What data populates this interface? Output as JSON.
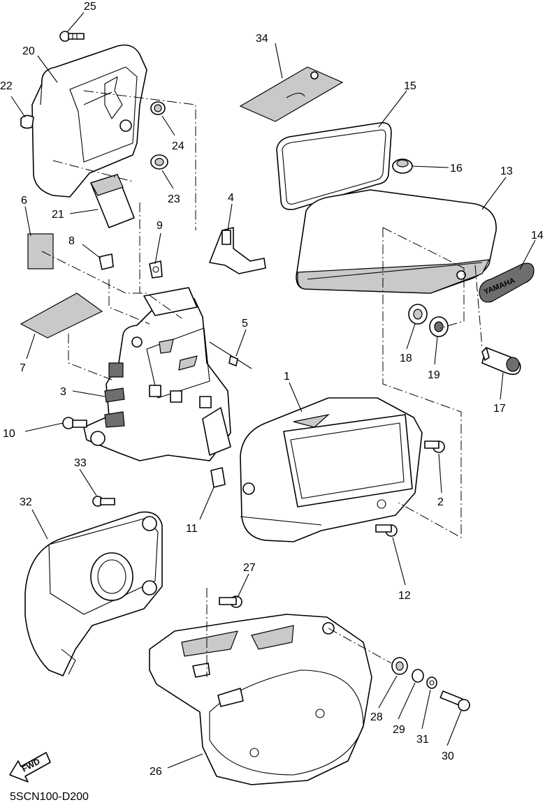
{
  "diagram": {
    "code": "5SCN100-D200",
    "forward_marker": "FWD",
    "emblem_text": "YAMAHA",
    "part_labels": [
      {
        "id": "1",
        "label": "1"
      },
      {
        "id": "2",
        "label": "2"
      },
      {
        "id": "3",
        "label": "3"
      },
      {
        "id": "4",
        "label": "4"
      },
      {
        "id": "5",
        "label": "5"
      },
      {
        "id": "6",
        "label": "6"
      },
      {
        "id": "7",
        "label": "7"
      },
      {
        "id": "8",
        "label": "8"
      },
      {
        "id": "9",
        "label": "9"
      },
      {
        "id": "10",
        "label": "10"
      },
      {
        "id": "11",
        "label": "11"
      },
      {
        "id": "12",
        "label": "12"
      },
      {
        "id": "13",
        "label": "13"
      },
      {
        "id": "14",
        "label": "14"
      },
      {
        "id": "15",
        "label": "15"
      },
      {
        "id": "16",
        "label": "16"
      },
      {
        "id": "17",
        "label": "17"
      },
      {
        "id": "18",
        "label": "18"
      },
      {
        "id": "19",
        "label": "19"
      },
      {
        "id": "20",
        "label": "20"
      },
      {
        "id": "21",
        "label": "21"
      },
      {
        "id": "22",
        "label": "22"
      },
      {
        "id": "23",
        "label": "23"
      },
      {
        "id": "24",
        "label": "24"
      },
      {
        "id": "25",
        "label": "25"
      },
      {
        "id": "26",
        "label": "26"
      },
      {
        "id": "27",
        "label": "27"
      },
      {
        "id": "28",
        "label": "28"
      },
      {
        "id": "29",
        "label": "29"
      },
      {
        "id": "30",
        "label": "30"
      },
      {
        "id": "31",
        "label": "31"
      },
      {
        "id": "32",
        "label": "32"
      },
      {
        "id": "33",
        "label": "33"
      },
      {
        "id": "34",
        "label": "34"
      }
    ]
  }
}
